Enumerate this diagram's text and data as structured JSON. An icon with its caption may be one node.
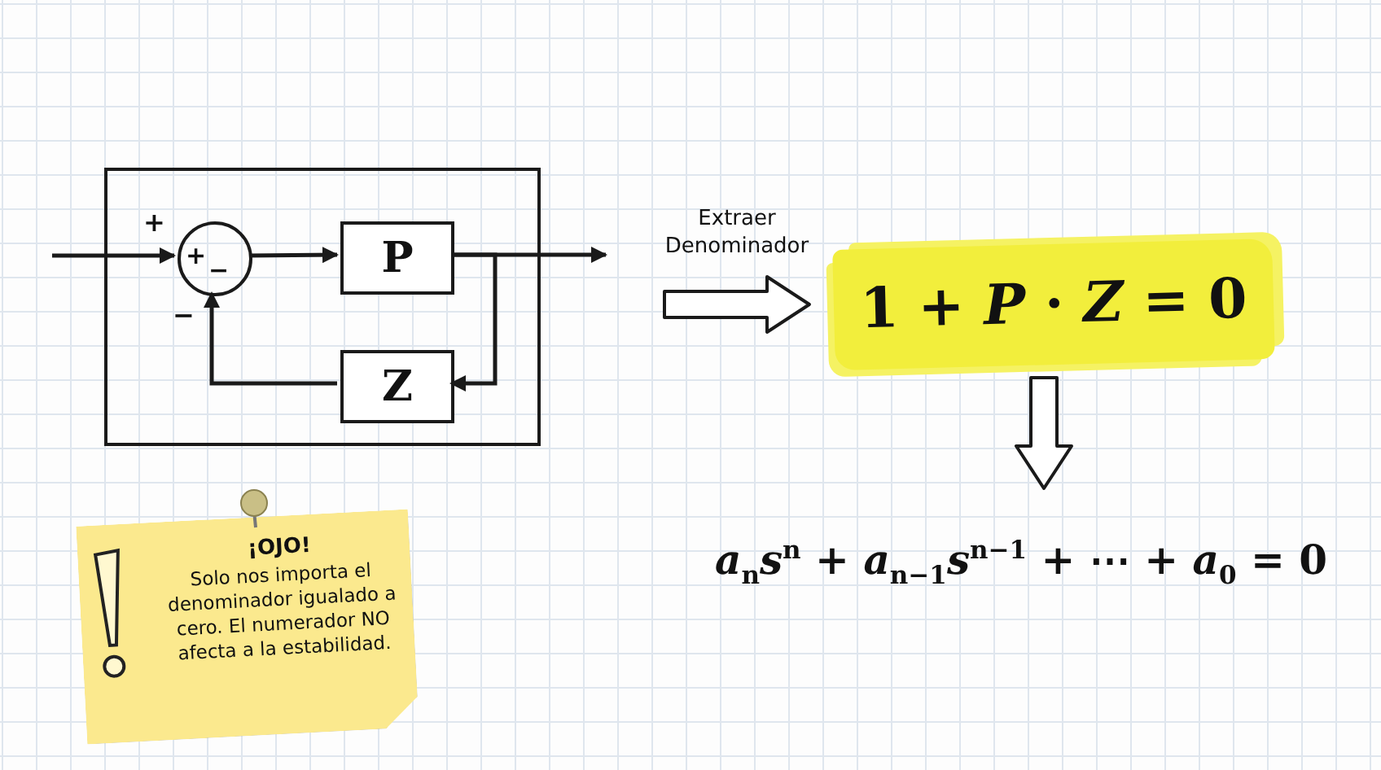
{
  "diagram": {
    "nodes": [
      {
        "text": [],
        "shape": "box"
      },
      {
        "text": [
          "+",
          "−"
        ],
        "in": 0
      },
      {
        "text": [
          "P"
        ],
        "in": 0
      },
      {
        "text": [
          "Z"
        ],
        "in": 0
      },
      {
        "text": [
          "1 + *P* · *Z* = 0"
        ]
      },
      {
        "text": [
          "*a*$_{n}$*s*$^{n}$ + *a*$_{n−1}$*s*$^{n−1}$ + ⋯ + *a*$_{0}$ = 0"
        ]
      },
      {
        "text": [
          "¡OJO!",
          "Solo nos importa el denominador igualado a cero. El numerador NO afecta a la estabilidad."
        ]
      }
    ],
    "edges": [
      {
        "from": null,
        "to": 1,
        "arrow": "to"
      },
      {
        "from": 1,
        "to": 2,
        "arrow": "to"
      },
      {
        "from": 2,
        "to": null,
        "arrow": "to"
      },
      {
        "from": 2,
        "to": 3,
        "arrow": "to"
      },
      {
        "from": 3,
        "to": 1,
        "arrow": "to"
      },
      {
        "from": null,
        "to": 4,
        "arrow": "to",
        "label": "Extraer Denominador",
        "style": "thick"
      },
      {
        "from": 4,
        "to": 5,
        "arrow": "to",
        "style": "thick"
      }
    ],
    "labels": [
      "+",
      "−"
    ]
  }
}
